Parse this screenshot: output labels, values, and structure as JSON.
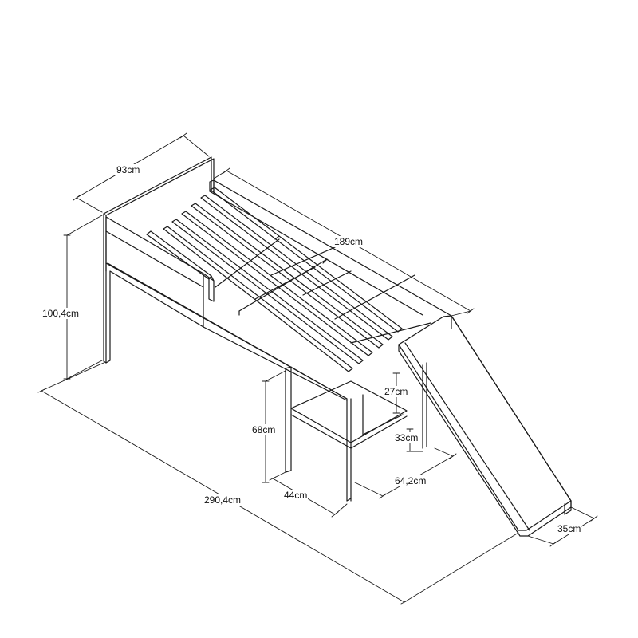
{
  "diagram": {
    "subject": "loft bed with slide",
    "line_color": "#1a1a1a",
    "background": "#ffffff"
  },
  "dimensions": {
    "width_head": "93cm",
    "length_top": "189cm",
    "height_total": "100,4cm",
    "length_total": "290,4cm",
    "leg_height": "68cm",
    "shelf_depth": "44cm",
    "slide_width": "35cm",
    "rail_height": "27cm",
    "shelf_clearance": "33cm",
    "slide_offset": "64,2cm"
  }
}
